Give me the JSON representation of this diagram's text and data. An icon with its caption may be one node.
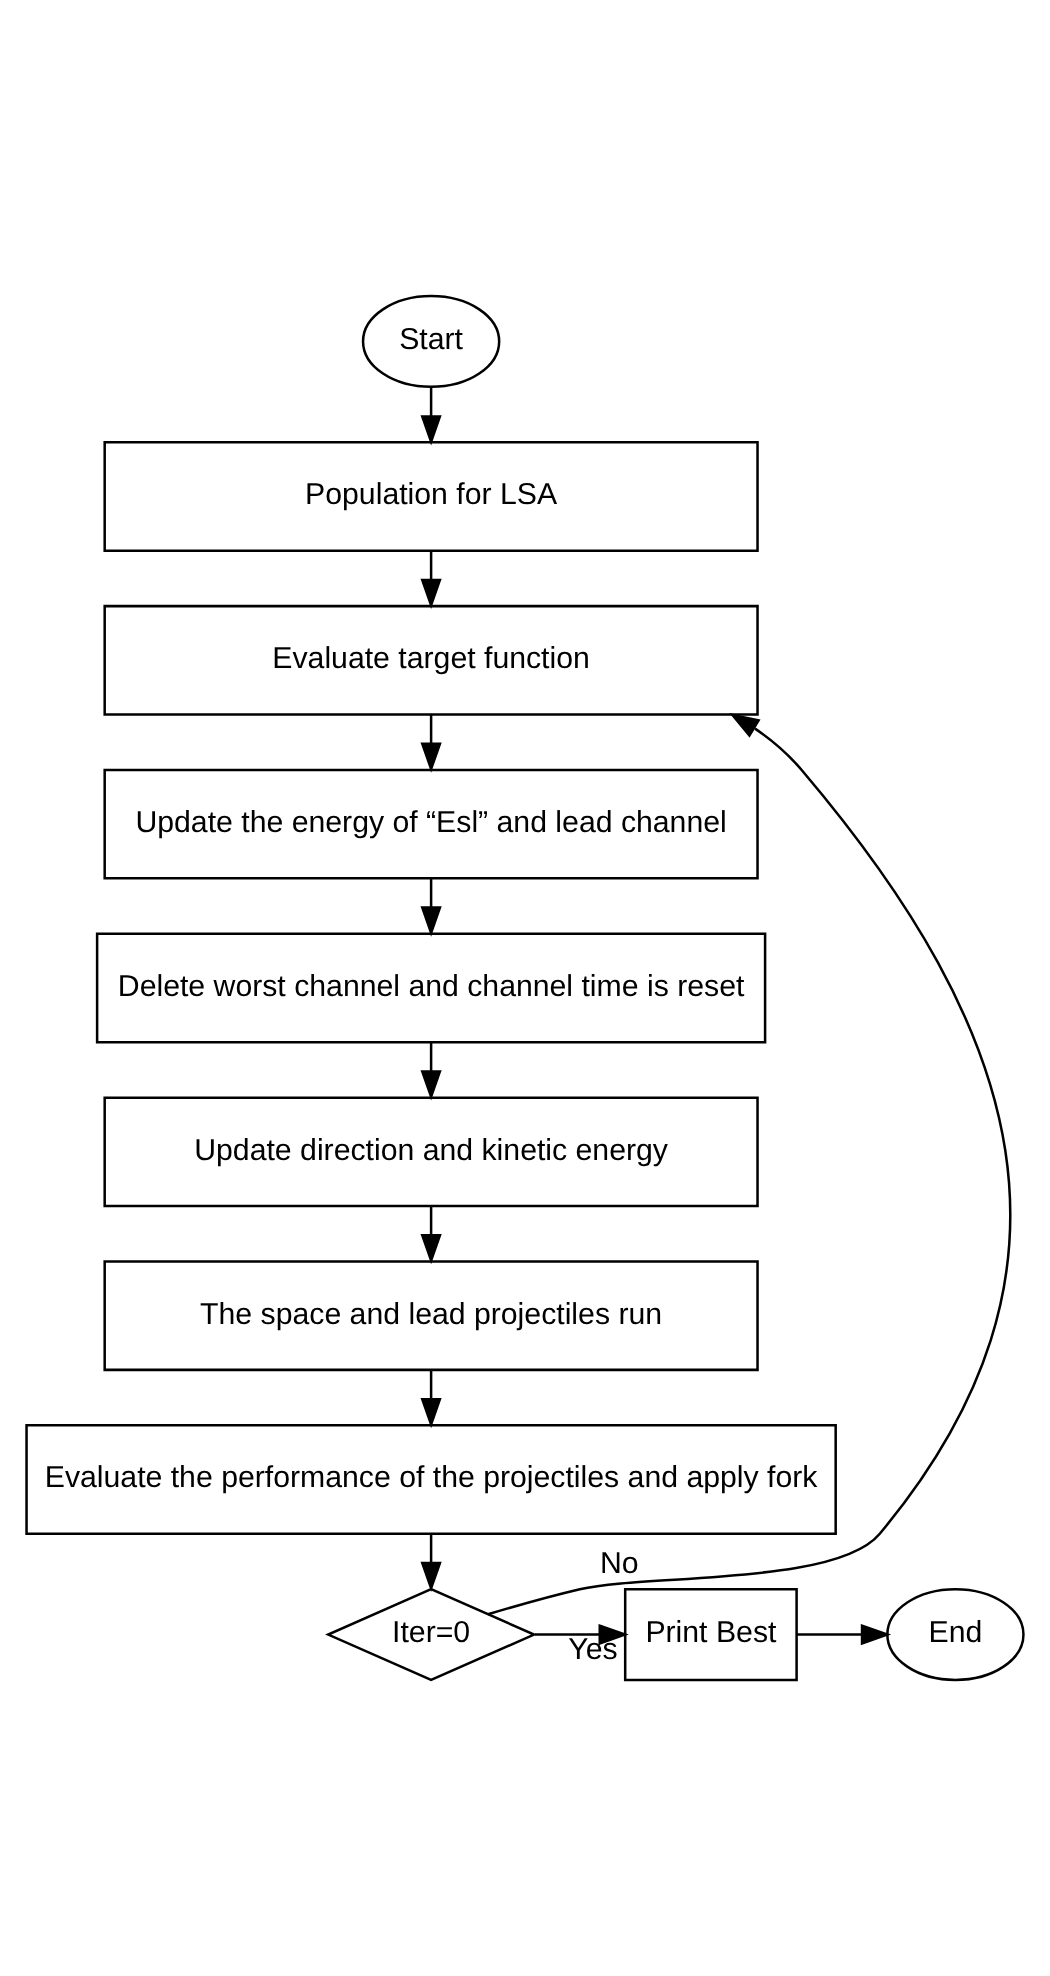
{
  "diagram": {
    "nodes": [
      {
        "text": [
          "Start"
        ]
      },
      {
        "text": [
          "Population for LSA"
        ]
      },
      {
        "text": [
          "Evaluate target function"
        ]
      },
      {
        "text": [
          "Update the energy of “Esl” and lead channel"
        ]
      },
      {
        "text": [
          "Delete worst channel and channel time is reset"
        ]
      },
      {
        "text": [
          "Update direction and kinetic energy"
        ]
      },
      {
        "text": [
          "The space and lead projectiles run"
        ]
      },
      {
        "text": [
          "Evaluate the performance of the projectiles and apply fork"
        ]
      },
      {
        "text": [
          "Iter=0"
        ]
      },
      {
        "text": [
          "Print Best"
        ]
      },
      {
        "text": [
          "End"
        ]
      }
    ],
    "edges": [
      {
        "from": 0,
        "to": 1,
        "arrow": "to"
      },
      {
        "from": 1,
        "to": 2,
        "arrow": "to"
      },
      {
        "from": 2,
        "to": 3,
        "arrow": "to"
      },
      {
        "from": 3,
        "to": 4,
        "arrow": "to"
      },
      {
        "from": 4,
        "to": 5,
        "arrow": "to"
      },
      {
        "from": 5,
        "to": 6,
        "arrow": "to"
      },
      {
        "from": 6,
        "to": 7,
        "arrow": "to"
      },
      {
        "from": 7,
        "to": 8,
        "arrow": "to"
      },
      {
        "from": 8,
        "to": 2,
        "arrow": "to",
        "label": "No"
      },
      {
        "from": 8,
        "to": 9,
        "arrow": "to",
        "label": "Yes"
      },
      {
        "from": 9,
        "to": 10,
        "arrow": "to"
      }
    ]
  }
}
